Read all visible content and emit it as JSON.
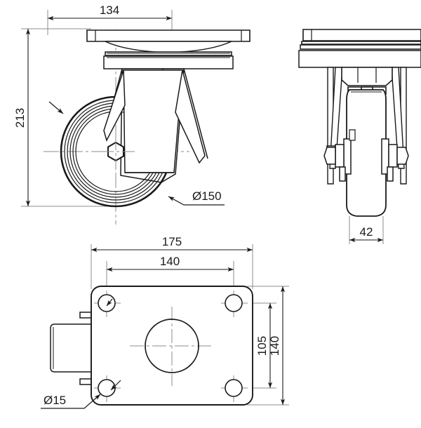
{
  "drawing": {
    "title": "Swivel Caster Technical Drawing",
    "line_color": "#1a1a1a",
    "center_line_color": "#808080",
    "dim_line_color": "#1a1a1a",
    "background": "#ffffff"
  },
  "views": {
    "side": {
      "name": "side-elevation-view",
      "dimensions": {
        "height": "213",
        "plate_length": "134",
        "wheel_diameter": "Ø150"
      }
    },
    "front": {
      "name": "front-elevation-view",
      "dimensions": {
        "wheel_width": "42"
      }
    },
    "plan": {
      "name": "plan-bottom-view",
      "dimensions": {
        "plate_width": "175",
        "bolt_spacing_x": "140",
        "plate_depth": "140",
        "bolt_spacing_y": "105",
        "bolt_hole_diameter": "Ø15"
      }
    }
  },
  "labels": {
    "d134": "134",
    "d213": "213",
    "d150": "Ø150",
    "d42": "42",
    "d175": "175",
    "d140h": "140",
    "d140v": "140",
    "d105": "105",
    "d15": "Ø15"
  }
}
